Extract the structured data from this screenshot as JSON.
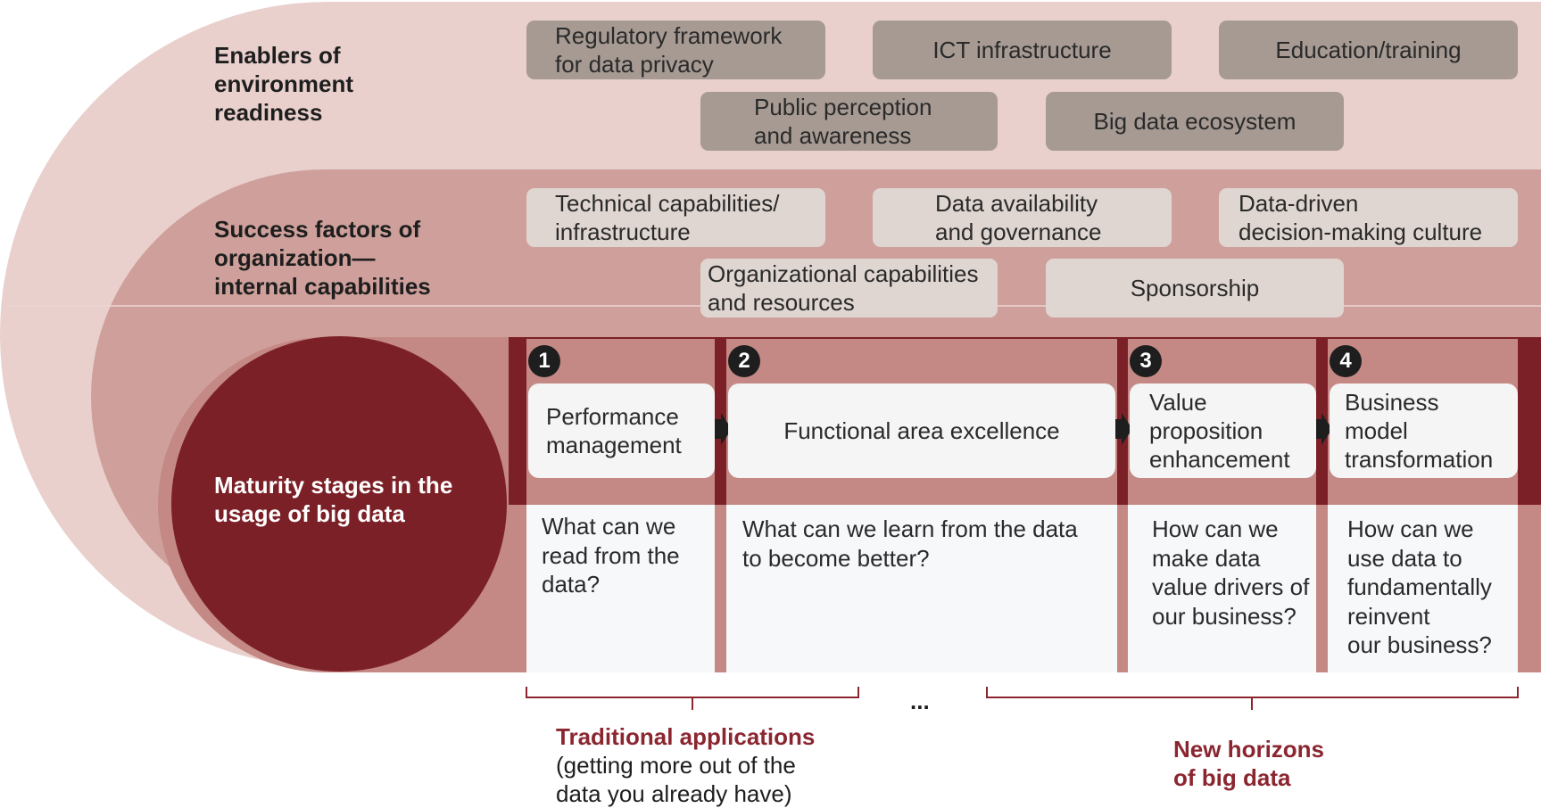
{
  "colors": {
    "outer_band": "#e9d0cc",
    "middle_band": "#cfa09b",
    "inner_band": "#c58985",
    "dark_circle": "#7c2027",
    "enabler_box": "#a69a93",
    "success_box": "#e0d6d1",
    "stage_box": "#f5f5f5",
    "question_panel": "#f7f8fa",
    "accent_text": "#8b2630"
  },
  "enablers": {
    "label": [
      "Enablers of",
      "environment",
      "readiness"
    ],
    "items": [
      [
        "Regulatory framework",
        "for data privacy"
      ],
      [
        "ICT infrastructure"
      ],
      [
        "Education/training"
      ],
      [
        "Public perception",
        "and awareness"
      ],
      [
        "Big data ecosystem"
      ]
    ]
  },
  "success": {
    "label": [
      "Success factors of",
      "organization—",
      "internal capabilities"
    ],
    "items": [
      [
        "Technical capabilities/",
        "infrastructure"
      ],
      [
        "Data availability",
        "and governance"
      ],
      [
        "Data-driven",
        "decision-making culture"
      ],
      [
        "Organizational capabilities",
        "and resources"
      ],
      [
        "Sponsorship"
      ]
    ]
  },
  "maturity": {
    "label": [
      "Maturity stages in the",
      "usage of big data"
    ],
    "stages": [
      {
        "number": "1",
        "title": [
          "Performance",
          "management"
        ],
        "question": [
          "What can we",
          "read from the",
          "data?"
        ]
      },
      {
        "number": "2",
        "title": [
          "Functional area excellence"
        ],
        "question": [
          "What can we learn from the data",
          "to become better?"
        ]
      },
      {
        "number": "3",
        "title": [
          "Value",
          "proposition",
          "enhancement"
        ],
        "question": [
          "How can we",
          "make data",
          "value drivers of",
          "our business?"
        ]
      },
      {
        "number": "4",
        "title": [
          "Business",
          "model",
          "transformation"
        ],
        "question": [
          "How can we",
          "use data to",
          "fundamentally",
          "reinvent",
          "our business?"
        ]
      }
    ]
  },
  "groups": {
    "traditional": {
      "title": "Traditional applications",
      "sub": [
        "(getting more out of the",
        "data you already have)"
      ]
    },
    "ellipsis": "...",
    "new": {
      "title": [
        "New horizons",
        "of big data"
      ]
    }
  }
}
